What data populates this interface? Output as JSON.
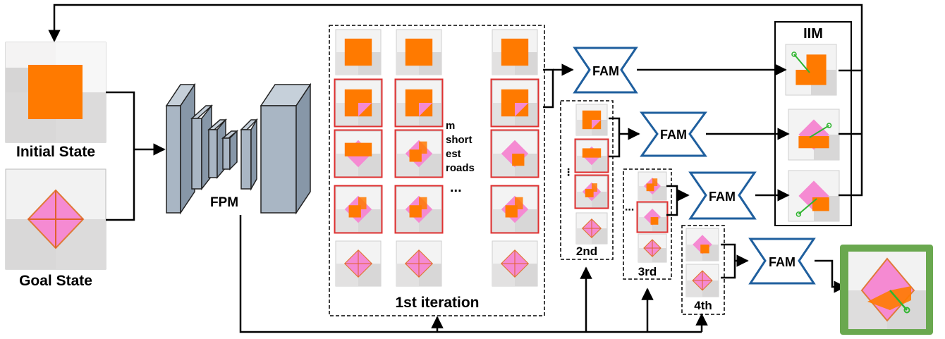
{
  "labels": {
    "initial_state": "Initial State",
    "goal_state": "Goal State",
    "fpm": "FPM",
    "iim": "IIM",
    "fam": "FAM",
    "roads_note": [
      "m",
      "short",
      "est",
      "roads"
    ],
    "ellipsis": "...",
    "iter1": "1st iteration",
    "iter2": "2nd",
    "iter3": "3rd",
    "iter4": "4th"
  },
  "colors": {
    "orange": "#ff7a00",
    "pink": "#f58ad2",
    "red_border": "#e03030",
    "fam_blue": "#1f5f9e",
    "fpm_block": "#a9b6c4",
    "green_frame": "#6aa84f",
    "green_line": "#2fb52f"
  }
}
